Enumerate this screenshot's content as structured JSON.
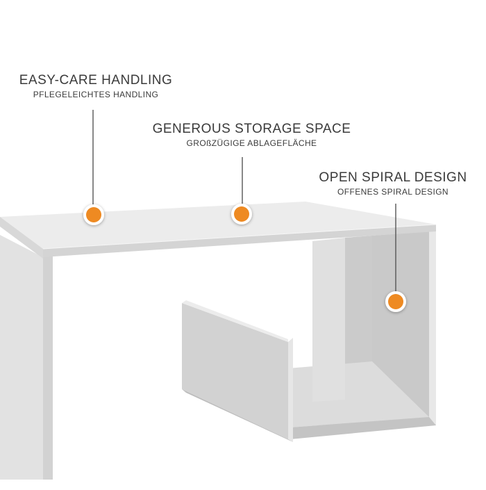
{
  "features": [
    {
      "title": "EASY-CARE HANDLING",
      "subtitle": "PFLEGELEICHTES HANDLING"
    },
    {
      "title": "GENEROUS STORAGE SPACE",
      "subtitle": "GROßZÜGIGE ABLAGEFLÄCHE"
    },
    {
      "title": "OPEN SPIRAL DESIGN",
      "subtitle": "OFFENES SPIRAL DESIGN"
    }
  ],
  "colors": {
    "accent": "#ee8a24",
    "text": "#3a3a3a",
    "table": "#e4e4e4"
  }
}
